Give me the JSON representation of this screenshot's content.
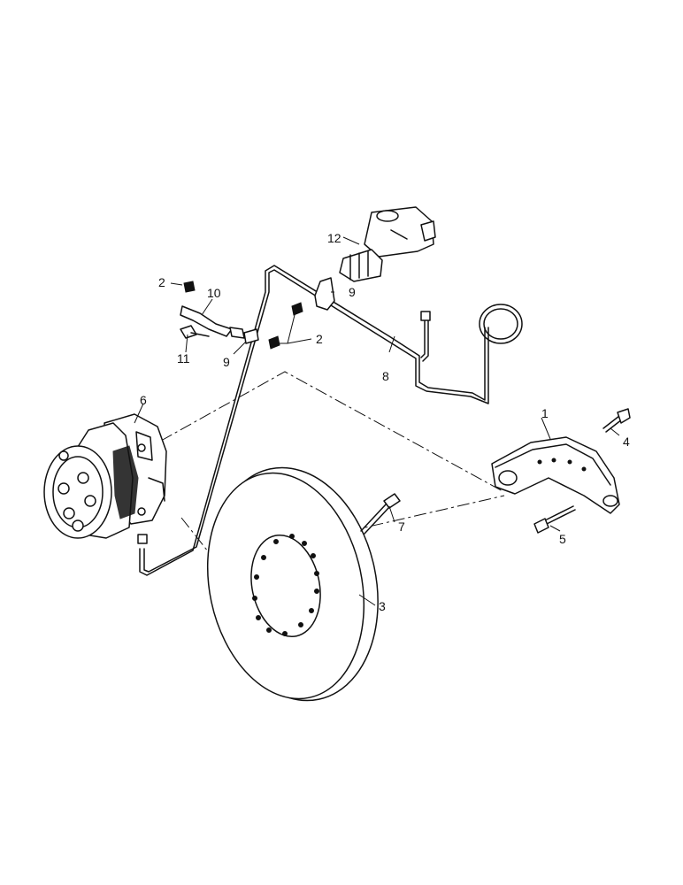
{
  "callouts": {
    "c1": "1",
    "c2a": "2",
    "c2b": "2",
    "c3": "3",
    "c4": "4",
    "c5": "5",
    "c6": "6",
    "c7": "7",
    "c8": "8",
    "c9a": "9",
    "c9b": "9",
    "c10": "10",
    "c11": "11",
    "c12": "12"
  }
}
